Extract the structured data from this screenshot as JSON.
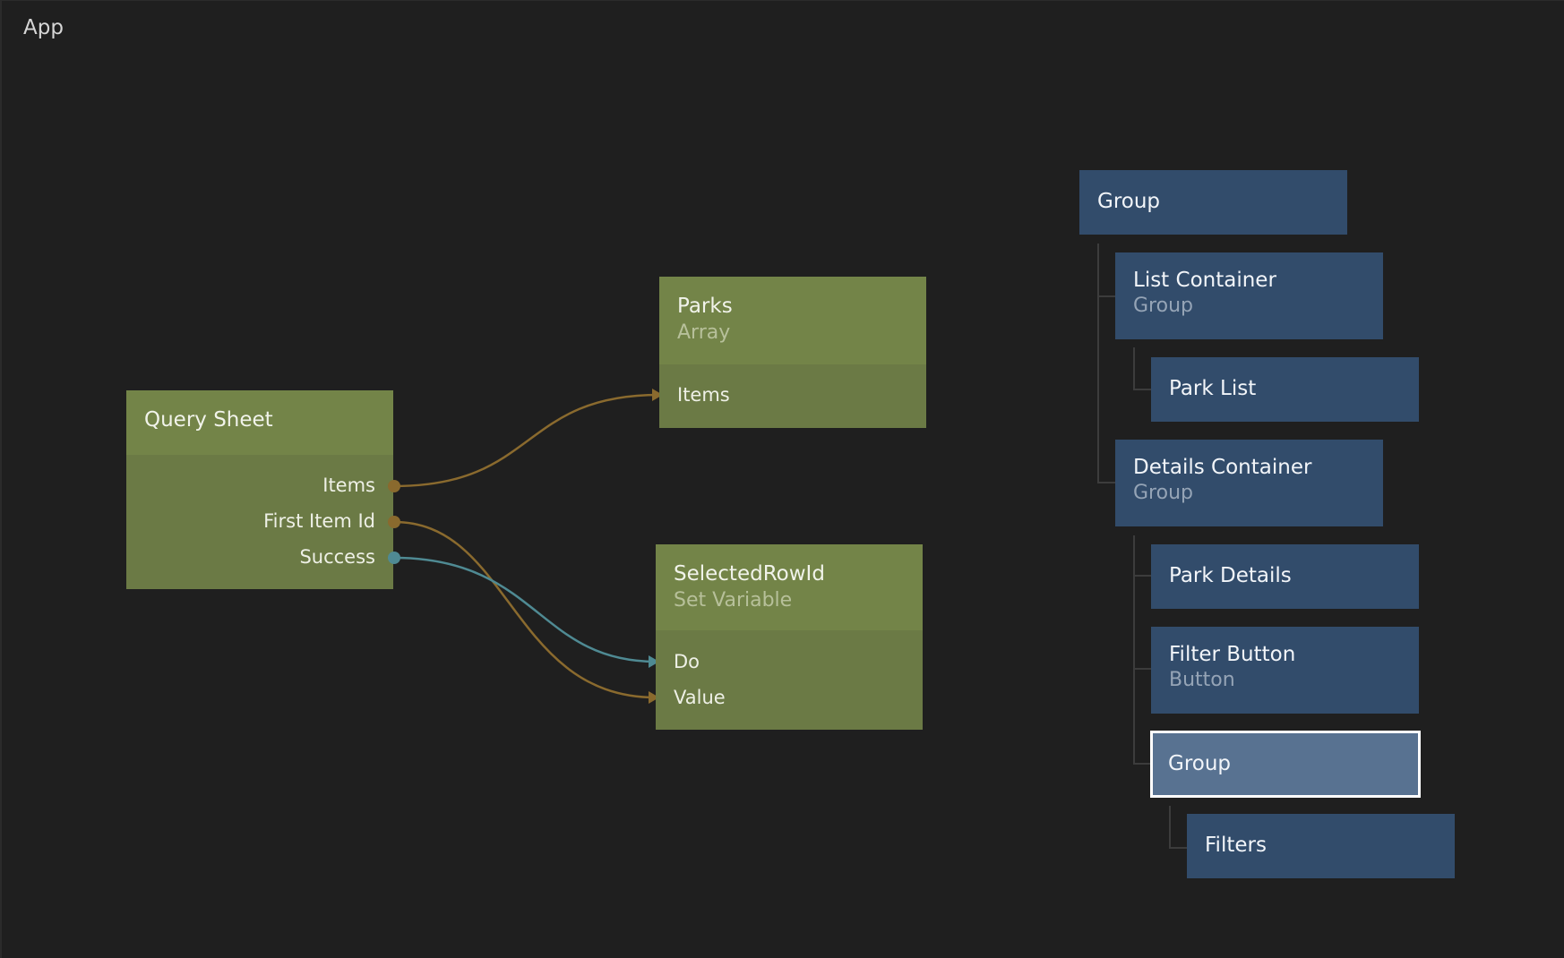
{
  "app": {
    "title": "App"
  },
  "colors": {
    "canvas_background": "#1f1f1f",
    "data_node": "#6b7a45",
    "data_node_header": "#738448",
    "visual_node": "#324c6b",
    "visual_node_selected": "#587291",
    "wire_data": "#8a6a2e",
    "wire_signal": "#4f8a93",
    "port_data": "#8a6a2e",
    "port_signal": "#4f8a93"
  },
  "logic_nodes": {
    "query_sheet": {
      "title": "Query Sheet",
      "outputs": [
        "Items",
        "First Item Id",
        "Success"
      ]
    },
    "parks": {
      "title": "Parks",
      "type": "Array",
      "inputs": [
        "Items"
      ]
    },
    "selected_row_id": {
      "title": "SelectedRowId",
      "type": "Set Variable",
      "inputs": [
        "Do",
        "Value"
      ]
    }
  },
  "component_tree": [
    {
      "title": "Group",
      "type": "",
      "depth": 0,
      "selected": false
    },
    {
      "title": "List Container",
      "type": "Group",
      "depth": 1,
      "selected": false
    },
    {
      "title": "Park List",
      "type": "",
      "depth": 2,
      "selected": false
    },
    {
      "title": "Details Container",
      "type": "Group",
      "depth": 1,
      "selected": false
    },
    {
      "title": "Park Details",
      "type": "",
      "depth": 2,
      "selected": false
    },
    {
      "title": "Filter Button",
      "type": "Button",
      "depth": 2,
      "selected": false
    },
    {
      "title": "Group",
      "type": "",
      "depth": 2,
      "selected": true
    },
    {
      "title": "Filters",
      "type": "",
      "depth": 3,
      "selected": false
    }
  ]
}
